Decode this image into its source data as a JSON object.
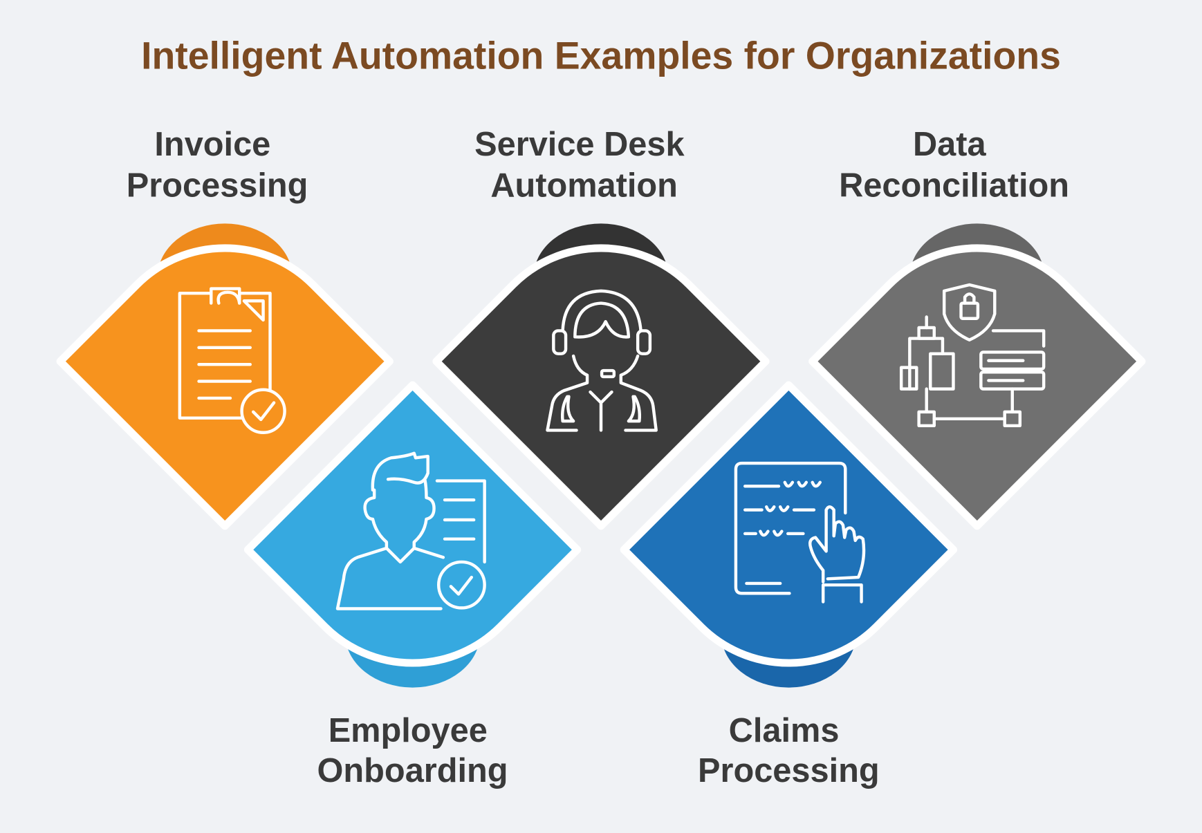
{
  "title": "Intelligent Automation Examples for Organizations",
  "colors": {
    "background": "#F0F2F5",
    "title": "#7B4A22",
    "label": "#3A3A3A",
    "orange": "#F7931E",
    "dark": "#3C3C3C",
    "gray": "#707070",
    "light_blue": "#36A9E0",
    "dark_blue": "#1F72B8"
  },
  "items": [
    {
      "line1": "Invoice",
      "line2": "Processing",
      "icon": "clipboard-check-icon"
    },
    {
      "line1": "Employee",
      "line2": "Onboarding",
      "icon": "person-document-check-icon"
    },
    {
      "line1": "Service Desk",
      "line2": "Automation",
      "icon": "headset-agent-icon"
    },
    {
      "line1": "Claims",
      "line2": "Processing",
      "icon": "document-hand-touch-icon"
    },
    {
      "line1": "Data",
      "line2": "Reconciliation",
      "icon": "data-security-network-icon"
    }
  ]
}
